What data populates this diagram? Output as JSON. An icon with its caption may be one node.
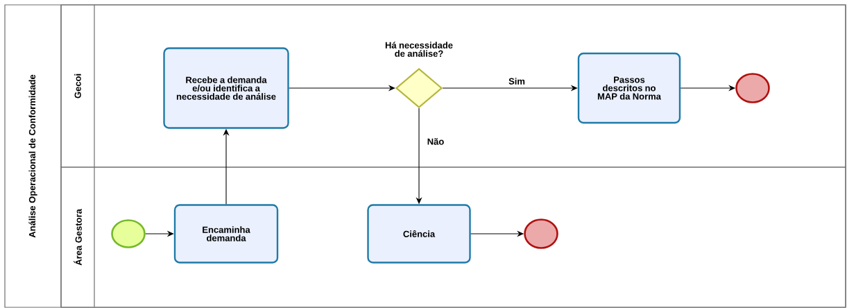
{
  "diagram": {
    "nodes": [
      {
        "text": [
          "Análise Operacional de Conformidade"
        ]
      },
      {
        "text": [
          "Gecoi"
        ],
        "in": 0
      },
      {
        "text": [
          "Recebe a demanda e/ou identifica a necessidade de análise"
        ],
        "in": 1
      },
      {
        "text": [
          "Há necessidade de análise?"
        ],
        "in": 1
      },
      {
        "text": [
          "Passos descritos no MAP da Norma"
        ],
        "in": 1
      },
      {
        "text": [],
        "shape": "circle",
        "in": 1
      },
      {
        "text": [
          "Área Gestora"
        ],
        "in": 0
      },
      {
        "text": [],
        "shape": "circle",
        "in": 6
      },
      {
        "text": [
          "Encaminha demanda"
        ],
        "in": 6
      },
      {
        "text": [
          "Ciência"
        ],
        "in": 6
      },
      {
        "text": [],
        "shape": "circle",
        "in": 6
      }
    ],
    "edges": [
      {
        "from": 7,
        "to": 8,
        "arrow": "to"
      },
      {
        "from": 8,
        "to": 2,
        "arrow": "to"
      },
      {
        "from": 2,
        "to": 3,
        "arrow": "to"
      },
      {
        "from": 3,
        "to": 4,
        "arrow": "to",
        "label": "Sim"
      },
      {
        "from": 3,
        "to": 9,
        "arrow": "to",
        "label": "Não"
      },
      {
        "from": 4,
        "to": 5,
        "arrow": "to"
      },
      {
        "from": 9,
        "to": 10,
        "arrow": "to"
      }
    ]
  }
}
